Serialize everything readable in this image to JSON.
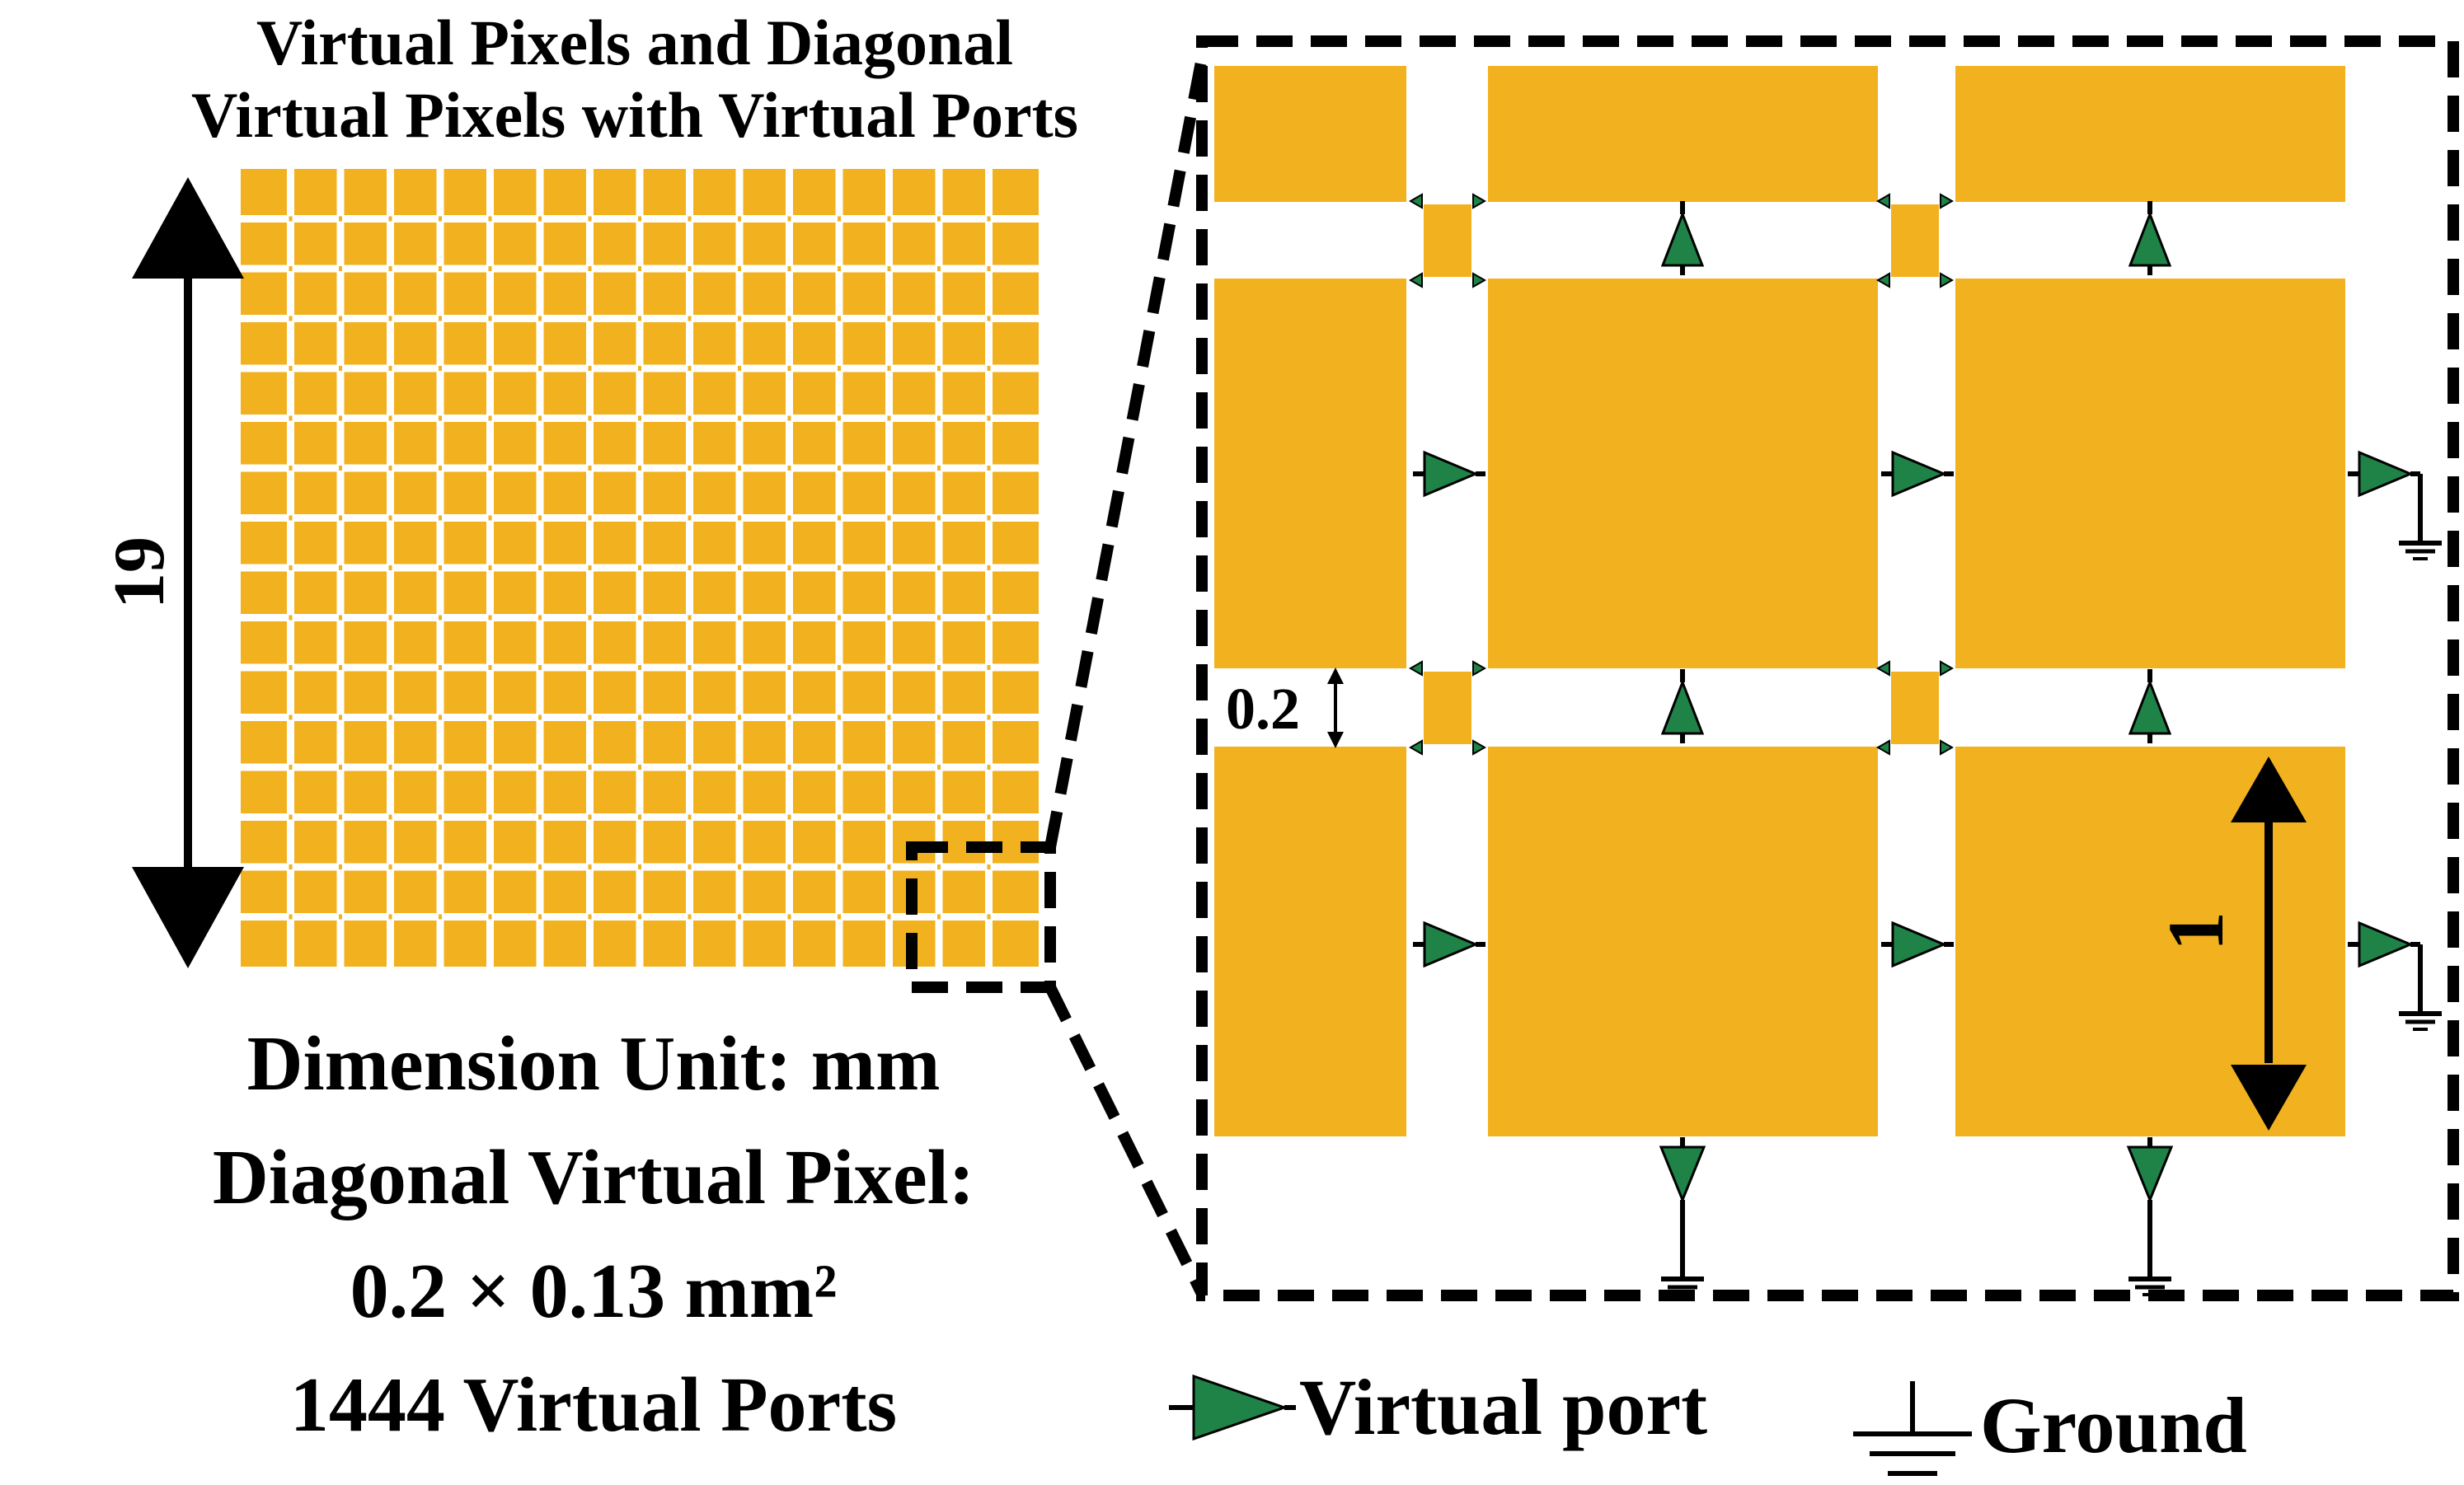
{
  "title_line1": "Virtual Pixels and Diagonal",
  "title_line2": "Virtual Pixels with Virtual Ports",
  "dim_height": "19",
  "unit_text": "Dimension Unit: mm",
  "diag_label": "Diagonal Virtual Pixel:",
  "diag_size": "0.2 × 0.13 mm²",
  "port_count": "1444 Virtual Ports",
  "gap_label": "0.2",
  "pixel_label": "1",
  "legend_port": "Virtual port",
  "legend_ground": "Ground",
  "colors": {
    "pixel": "#F2B11F",
    "port": "#1F8247",
    "outline": "#000000",
    "background": "#FFFFFF"
  },
  "grid": {
    "rows": 16,
    "cols": 16
  }
}
